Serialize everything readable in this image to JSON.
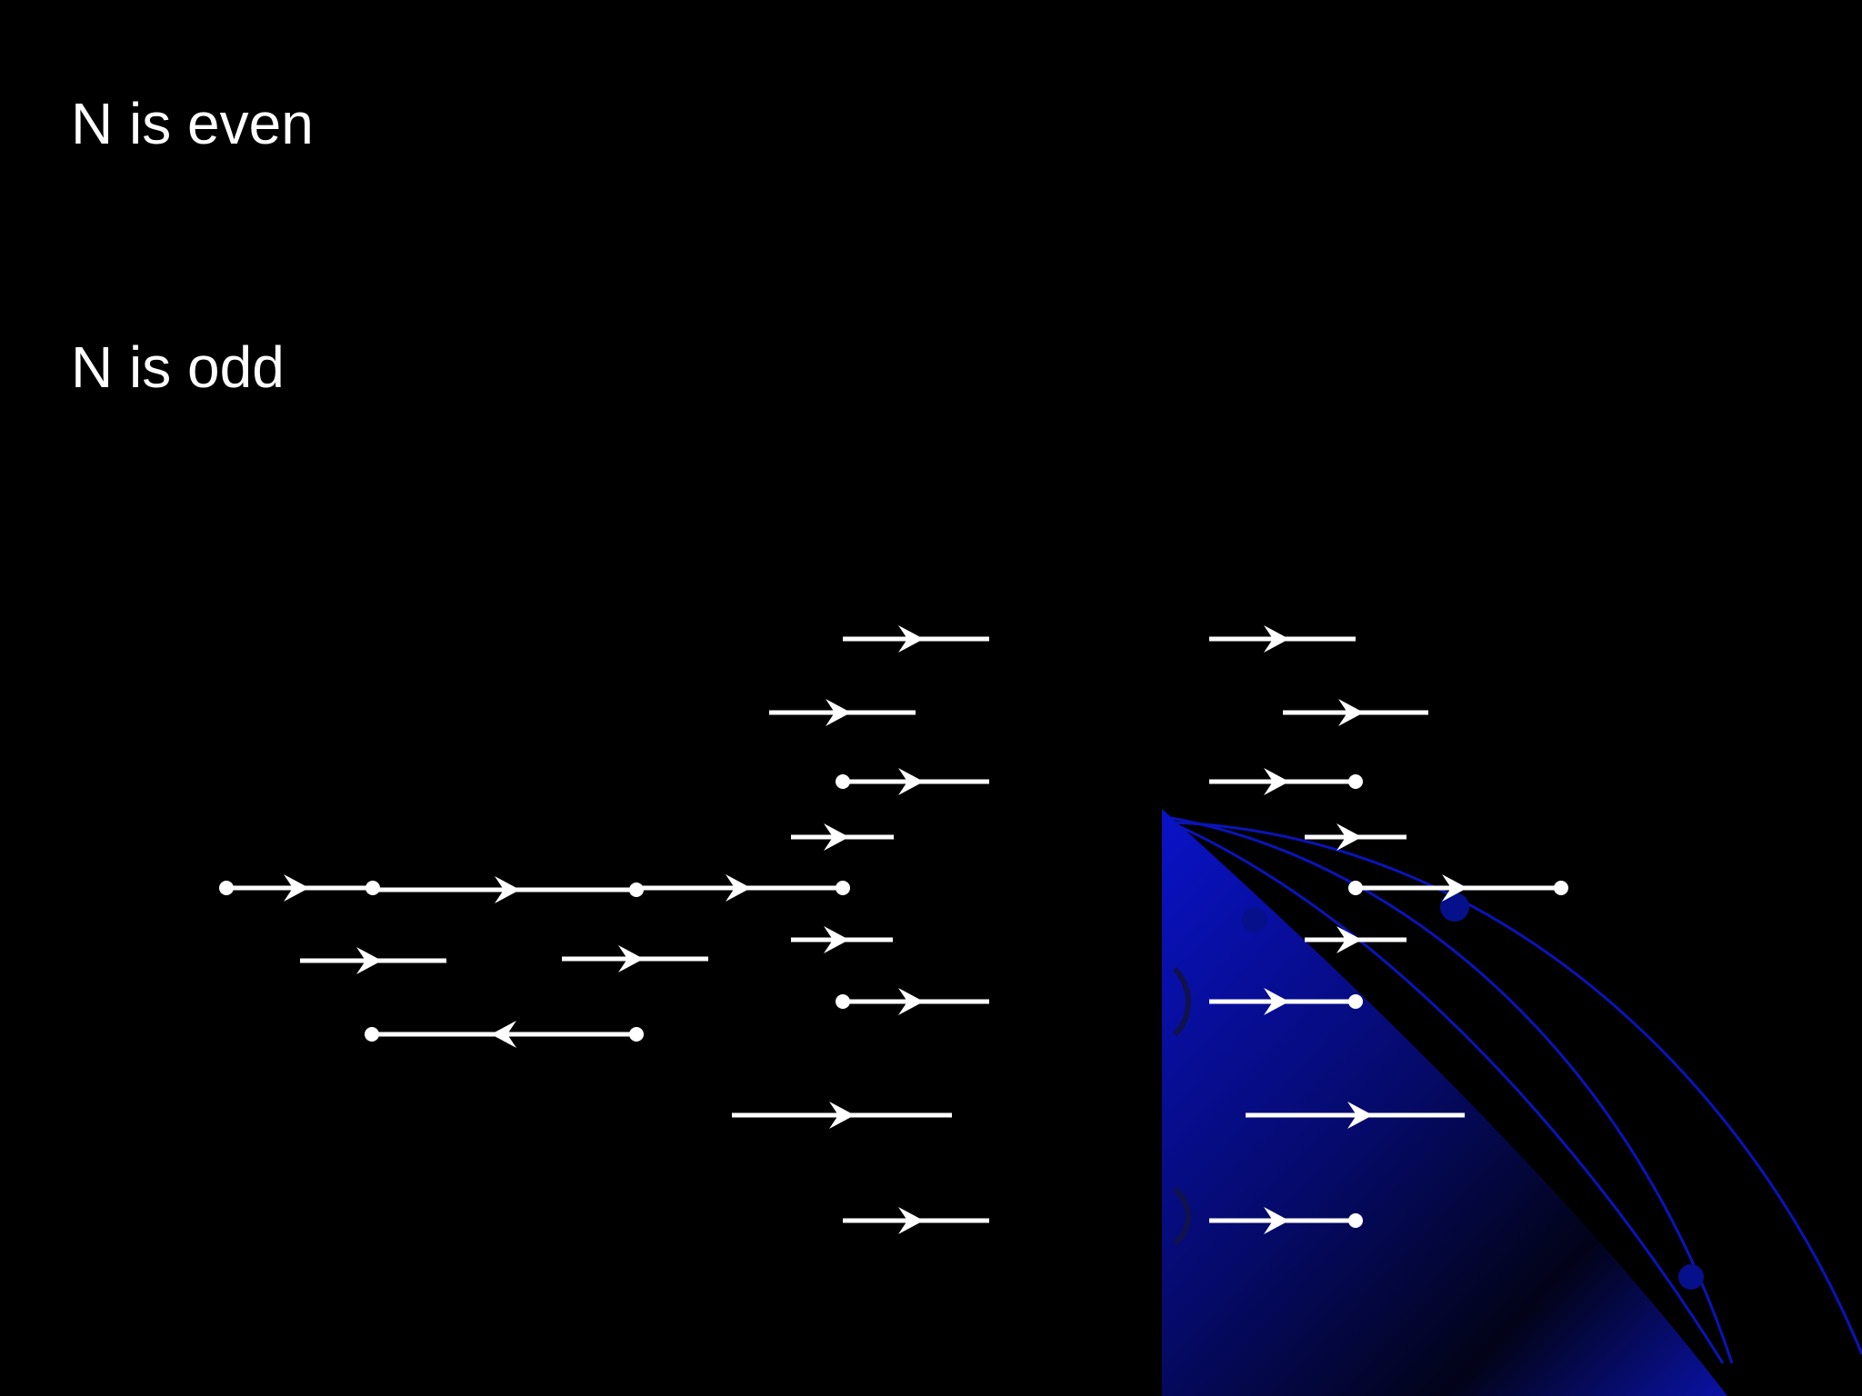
{
  "slide": {
    "heading_even": "N is even",
    "heading_odd": "N is odd"
  },
  "colors": {
    "background": "#000000",
    "foreground": "#ffffff",
    "decoration": "#0a12a6"
  },
  "diagram": {
    "arrow_glyph": "right-chevron-arrow",
    "reverse_arrow_glyph": "left-chevron-arrow",
    "endpoint_glyph": "filled-dot"
  }
}
